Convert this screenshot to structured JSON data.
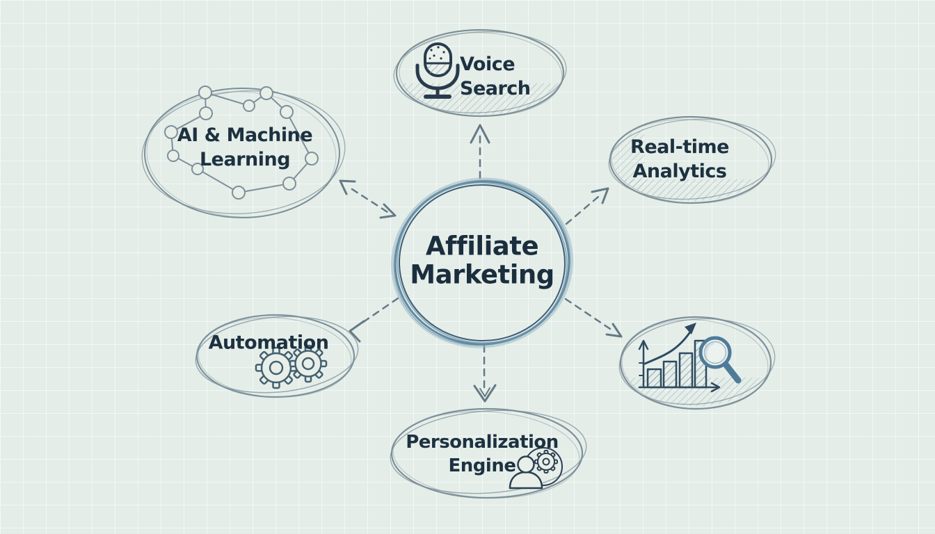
{
  "diagram": {
    "center": {
      "label": "Affiliate\nMarketing"
    },
    "nodes": {
      "voice_search": {
        "label": "Voice\nSearch",
        "icon": "microphone-icon"
      },
      "ai_machine_learning": {
        "label": "AI & Machine\nLearning",
        "icon": "network-graph-icon"
      },
      "real_time_analytics": {
        "label": "Real-time\nAnalytics"
      },
      "automation": {
        "label": "Automation",
        "icon": "gears-icon"
      },
      "personalization_engine": {
        "label": "Personalization\nEngine",
        "icon": "user-gear-icon"
      },
      "growth_analytics": {
        "icon": "bar-chart-magnifier-icon"
      }
    },
    "connections": [
      {
        "from": "center",
        "to": "voice_search",
        "style": "dashed-arrow"
      },
      {
        "from": "center",
        "to": "ai_machine_learning",
        "style": "dashed-arrow-double"
      },
      {
        "from": "center",
        "to": "real_time_analytics",
        "style": "dashed-arrow"
      },
      {
        "from": "center",
        "to": "automation",
        "style": "dashed-arrow"
      },
      {
        "from": "center",
        "to": "personalization_engine",
        "style": "dashed-arrow"
      },
      {
        "from": "center",
        "to": "growth_analytics",
        "style": "dashed-arrow"
      }
    ],
    "colors": {
      "background": "#e4ede8",
      "grid_line": "#f4f8f4",
      "ink": "#1d3140",
      "sketch_gray": "#7d9099",
      "sketch_blue": "#4e7d9e",
      "steel_accent": "#4f7b99"
    }
  }
}
